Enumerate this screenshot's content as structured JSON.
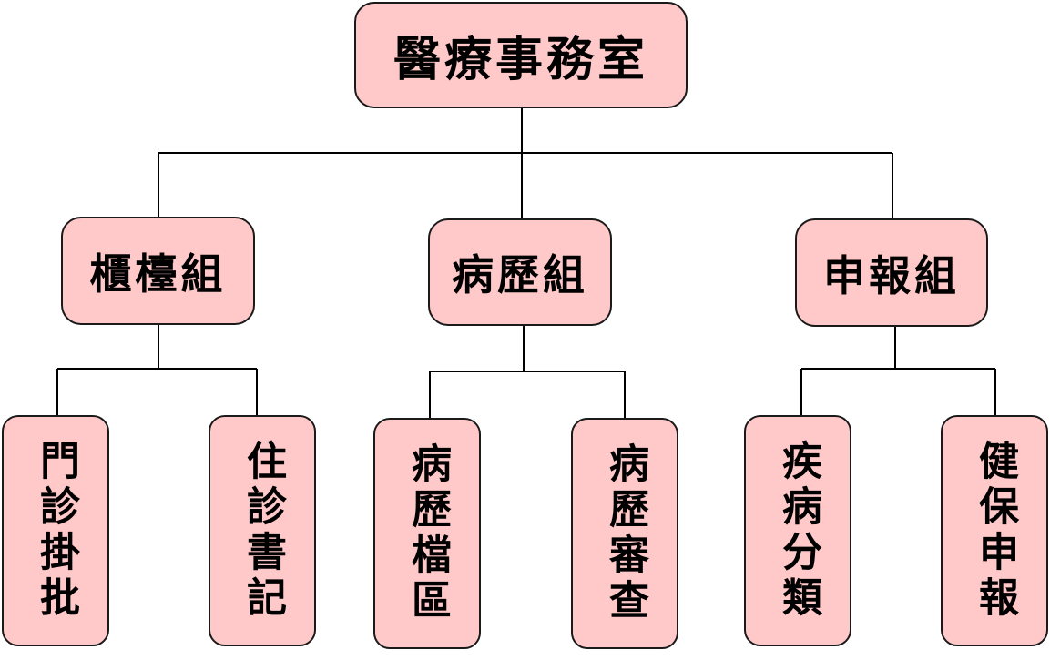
{
  "org_chart": {
    "root": {
      "label": "醫療事務室"
    },
    "groups": [
      {
        "label": "櫃檯組",
        "units": [
          {
            "label": "門診掛批"
          },
          {
            "label": "住診書記"
          }
        ]
      },
      {
        "label": "病歷組",
        "units": [
          {
            "label": "病歷檔區"
          },
          {
            "label": "病歷審查"
          }
        ]
      },
      {
        "label": "申報組",
        "units": [
          {
            "label": "疾病分類"
          },
          {
            "label": "健保申報"
          }
        ]
      }
    ]
  },
  "colors": {
    "box_fill": "#ffc9c9",
    "box_border": "#1a1a1a",
    "connector": "#000000",
    "text": "#000000"
  }
}
